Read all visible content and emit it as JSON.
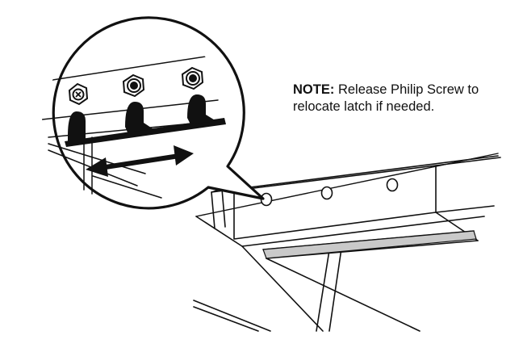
{
  "note": {
    "label": "NOTE:",
    "line1": "Release Philip Screw to",
    "line2": "relocate latch if needed."
  },
  "colors": {
    "ink": "#111111",
    "paper": "#ffffff",
    "track": "#c9c9c9"
  },
  "icons": {
    "phillips_screw": "phillips-screw-icon",
    "hex_nut": "hex-nut-icon",
    "double_arrow": "double-arrow-icon"
  }
}
